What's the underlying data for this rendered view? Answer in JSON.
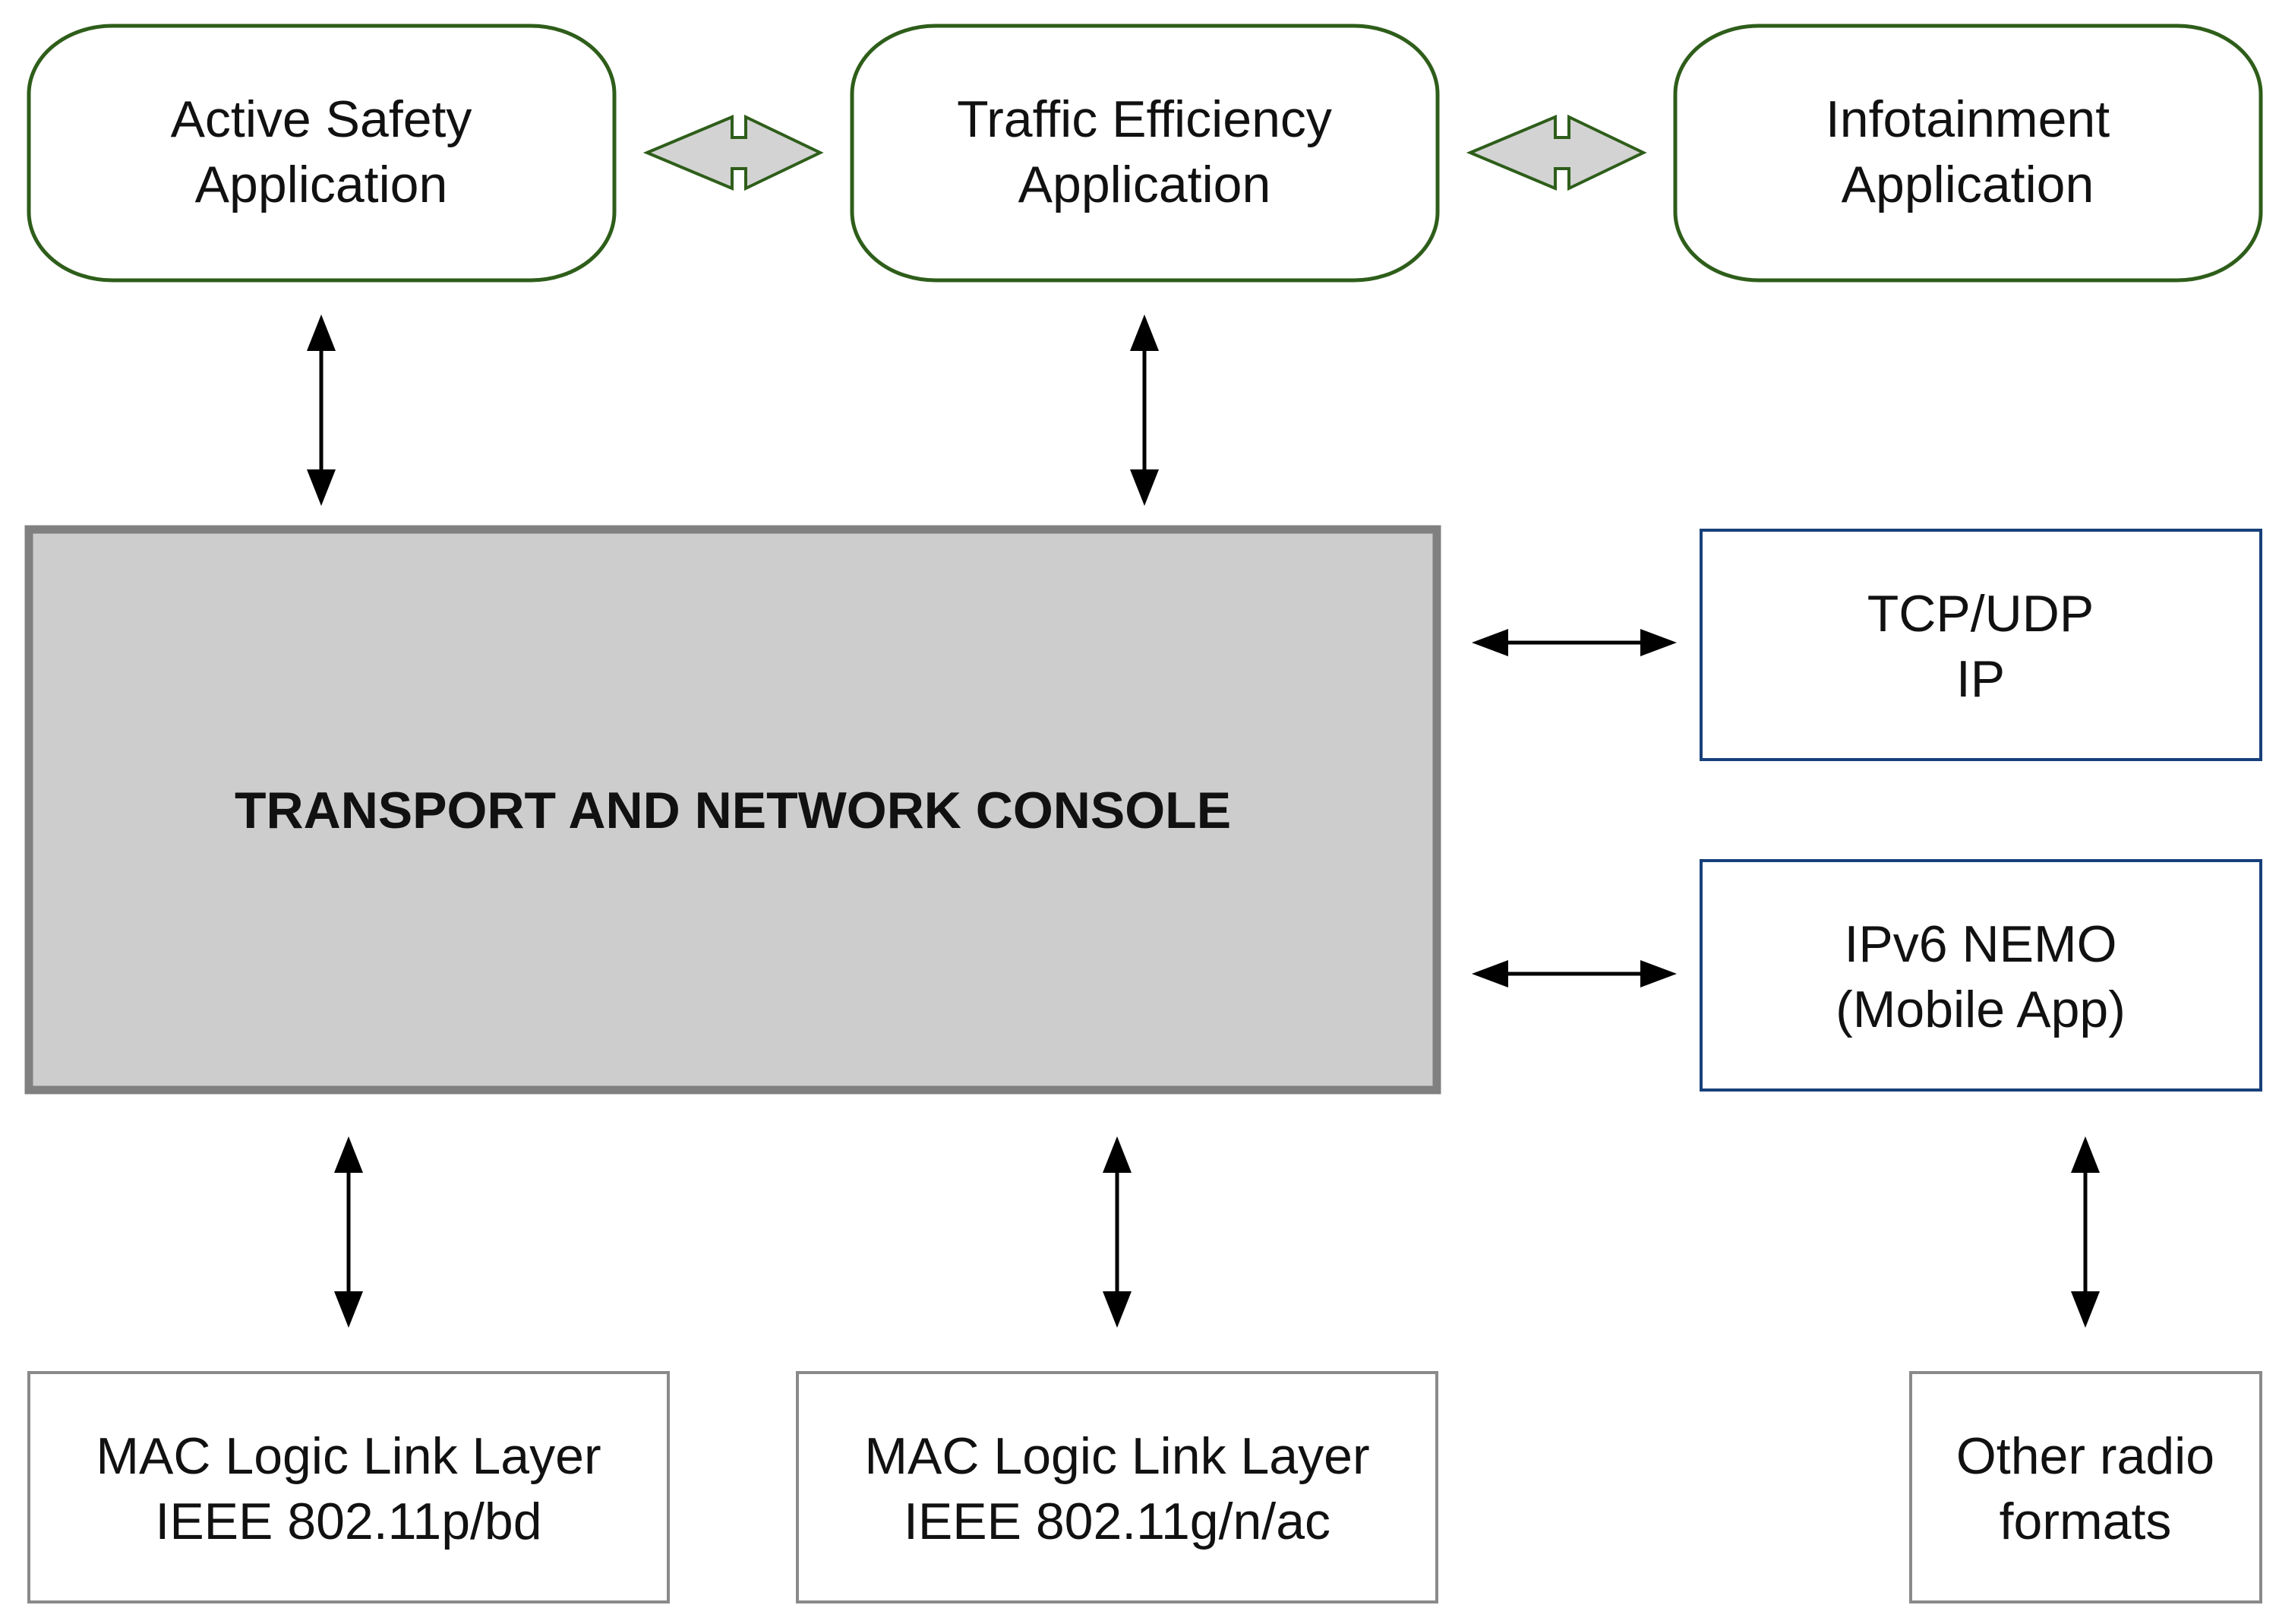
{
  "applications": [
    {
      "line1": "Active Safety",
      "line2": "Application"
    },
    {
      "line1": "Traffic Efficiency",
      "line2": "Application"
    },
    {
      "line1": "Infotainment",
      "line2": "Application"
    }
  ],
  "console": {
    "label": "TRANSPORT AND NETWORK CONSOLE"
  },
  "network_modules": [
    {
      "line1": "TCP/UDP",
      "line2": "IP"
    },
    {
      "line1": "IPv6 NEMO",
      "line2": "(Mobile App)"
    }
  ],
  "link_layers": [
    {
      "line1": "MAC Logic Link Layer",
      "line2": "IEEE 802.11p/bd"
    },
    {
      "line1": "MAC Logic Link Layer",
      "line2": "IEEE 802.11g/n/ac"
    },
    {
      "line1": "Other radio",
      "line2": "formats"
    }
  ],
  "colors": {
    "app_border": "#2e5e1a",
    "console_fill": "#cdcdcd",
    "console_border": "#808080",
    "network_border": "#17407a",
    "link_border": "#8a8a8a"
  }
}
